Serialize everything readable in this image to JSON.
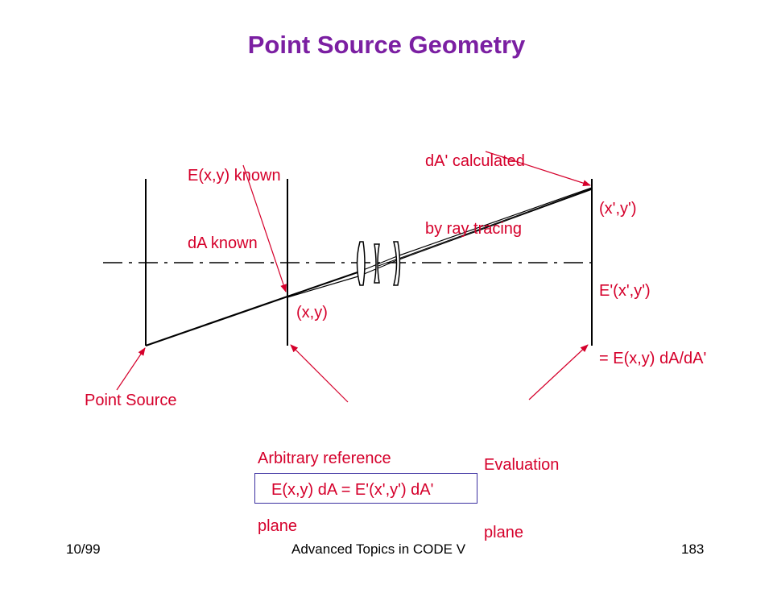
{
  "title": "Point Source Geometry",
  "annotations": {
    "known_line1": "E(x,y) known",
    "known_line2": "dA known",
    "calc_line1": "dA' calculated",
    "calc_line2": "by ray tracing",
    "xy_prime": "(x',y')",
    "eprime_line1": "E'(x',y')",
    "eprime_line2": "= E(x,y) dA/dA'",
    "xy": "(x,y)",
    "point_source": "Point Source",
    "ref_plane_line1": "Arbitrary reference",
    "ref_plane_line2": "plane",
    "eval_plane_line1": "Evaluation",
    "eval_plane_line2": "plane"
  },
  "equation": "E(x,y) dA = E'(x',y') dA'",
  "footer": {
    "date": "10/99",
    "course": "Advanced Topics in CODE V",
    "page": "183"
  },
  "colors": {
    "title": "#7b1fa2",
    "annotation": "#d5002b",
    "arrow": "#d5002b",
    "lines": "#000000",
    "equation_border": "#3b2fa0"
  }
}
